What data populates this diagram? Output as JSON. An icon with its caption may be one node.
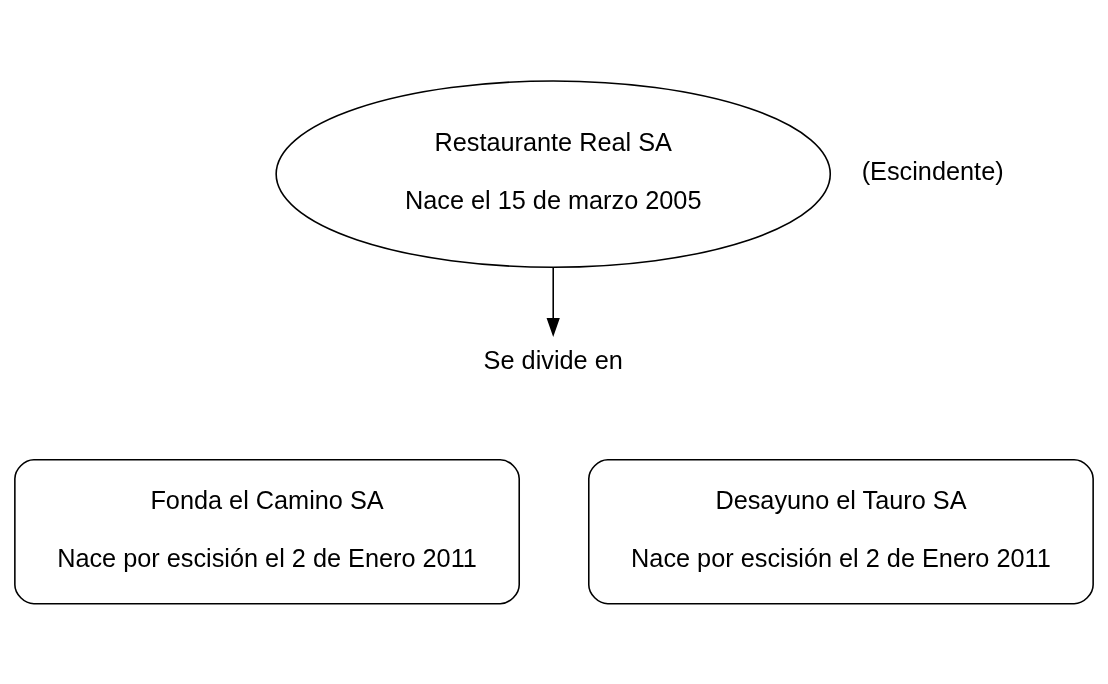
{
  "diagram": {
    "nodes": [
      {
        "text": [
          "Restaurante Real SA",
          "Nace el 15 de marzo 2005"
        ],
        "beside": [
          "(Escindente)"
        ]
      },
      {
        "text": [
          "Se divide en"
        ]
      },
      {
        "text": [
          "Fonda el Camino SA",
          "Nace por escisión el 2 de Enero 2011"
        ]
      },
      {
        "text": [
          "Desayuno el Tauro SA",
          "Nace por escisión el 2 de Enero 2011"
        ]
      }
    ],
    "edges": [
      {
        "from": 0,
        "to": 1,
        "arrow": "to"
      }
    ]
  }
}
